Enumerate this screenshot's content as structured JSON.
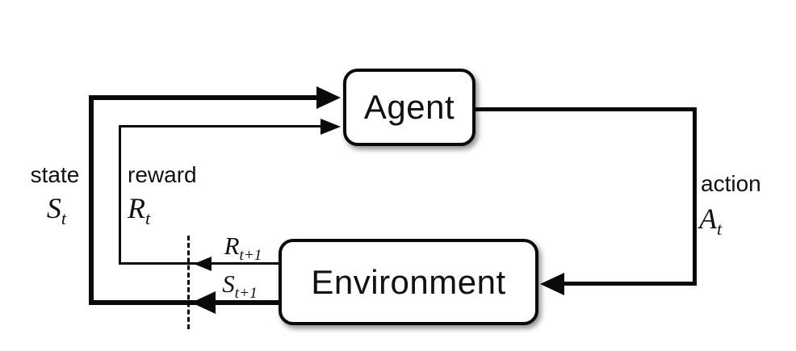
{
  "diagram": {
    "nodes": {
      "agent": {
        "label": "Agent"
      },
      "environment": {
        "label": "Environment"
      }
    },
    "edges": {
      "state": {
        "word": "state",
        "symbol": "S",
        "subscript": "t"
      },
      "reward": {
        "word": "reward",
        "symbol": "R",
        "subscript": "t"
      },
      "action": {
        "word": "action",
        "symbol": "A",
        "subscript": "t"
      },
      "next_reward": {
        "symbol": "R",
        "subscript": "t+1"
      },
      "next_state": {
        "symbol": "S",
        "subscript": "t+1"
      }
    },
    "colors": {
      "line": "#0a0a0a",
      "box_border": "#0a0a0a",
      "box_fill": "#ffffff",
      "background": "#ffffff"
    }
  }
}
